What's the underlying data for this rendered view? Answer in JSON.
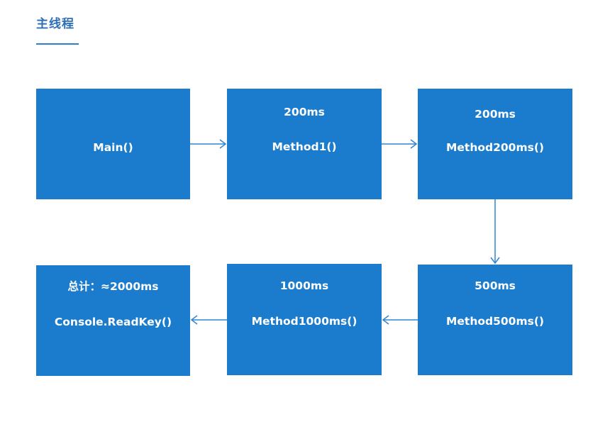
{
  "page": {
    "title": "主线程"
  },
  "nodes": {
    "main": {
      "label": "Main()"
    },
    "method1": {
      "label": "Method1()",
      "duration": "200ms"
    },
    "method200": {
      "label": "Method200ms()",
      "duration": "200ms"
    },
    "method500": {
      "label": "Method500ms()",
      "duration": "500ms"
    },
    "method1000": {
      "label": "Method1000ms()",
      "duration": "1000ms"
    },
    "readkey": {
      "label": "Console.ReadKey()",
      "total": "总计：≈2000ms"
    }
  },
  "colors": {
    "box": "#1b7ccd",
    "arrow": "#2f85d4",
    "title": "#2f6fb7"
  }
}
